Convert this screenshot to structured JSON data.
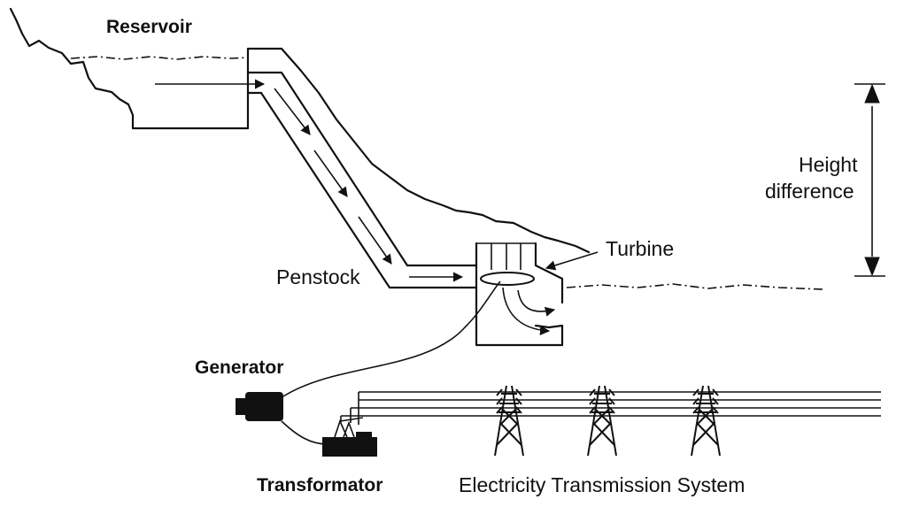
{
  "labels": {
    "reservoir": "Reservoir",
    "turbine": "Turbine",
    "height_difference_line1": "Height",
    "height_difference_line2": "difference",
    "penstock": "Penstock",
    "generator": "Generator",
    "transformator": "Transformator",
    "transmission": "Electricity Transmission System"
  }
}
